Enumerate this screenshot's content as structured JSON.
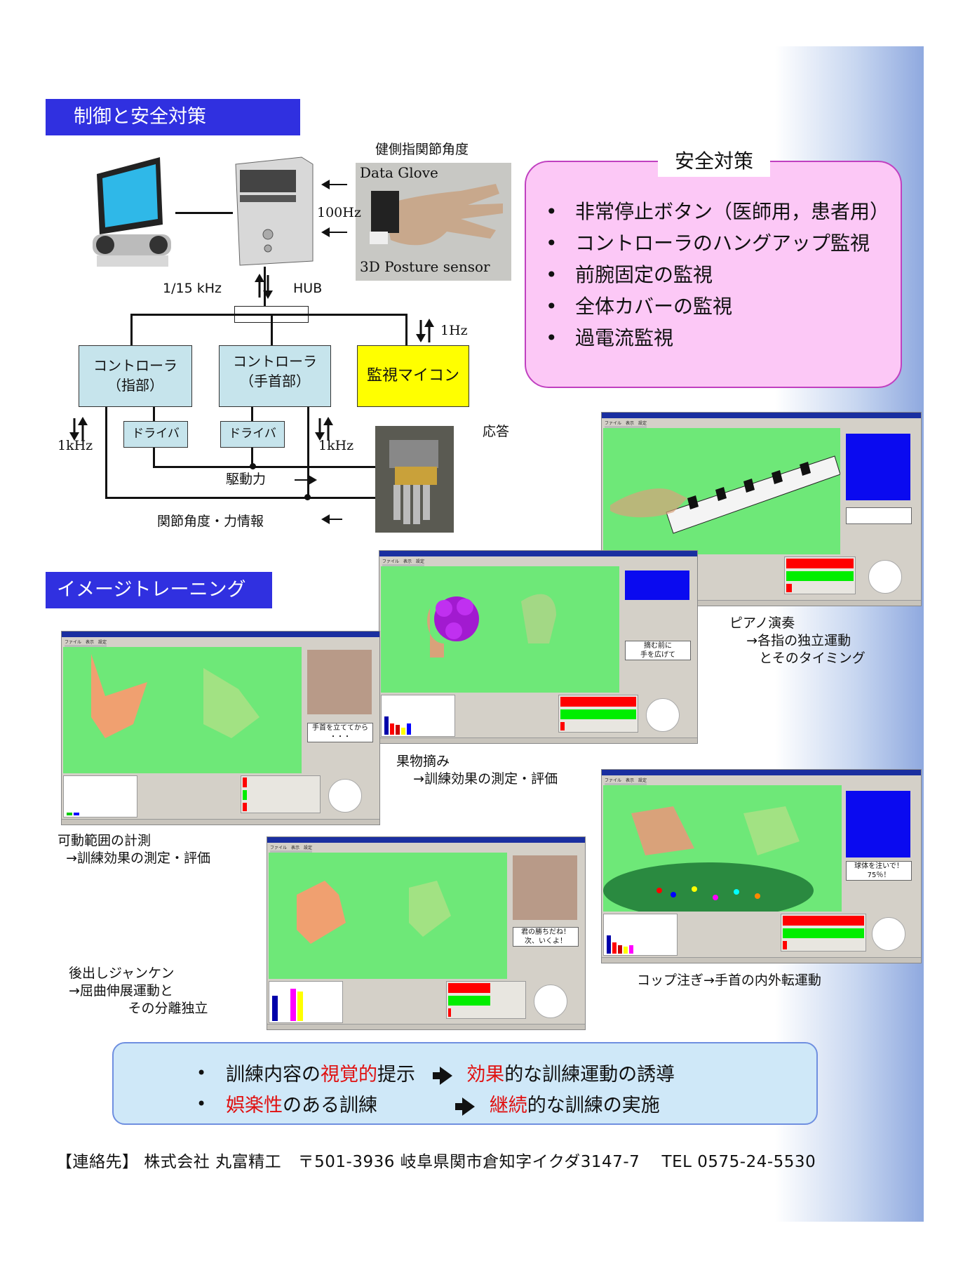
{
  "section1": {
    "title": "制御と安全対策",
    "glove_caption": "健側指関節角度",
    "glove_label": "Data Glove",
    "sensor_label": "3D Posture sensor",
    "hz100": "100Hz",
    "khz_1_15": "1/15 kHz",
    "hub": "HUB",
    "hz1": "1Hz",
    "ctl_finger": [
      "コントローラ",
      "（指部）"
    ],
    "ctl_wrist": [
      "コントローラ",
      "（手首部）"
    ],
    "monitor": "監視マイコン",
    "driver1": "ドライバ",
    "driver2": "ドライバ",
    "khz_left": "1kHz",
    "khz_right": "1kHz",
    "response": "応答",
    "drive_force": "駆動力",
    "joint_info": "関節角度・力情報"
  },
  "safety": {
    "title": "安全対策",
    "items": [
      "非常停止ボタン（医師用，患者用）",
      "コントローラのハングアップ監視",
      "前腕固定の監視",
      "全体カバーの監視",
      "過電流監視"
    ],
    "bullet": "•"
  },
  "section2": {
    "title": "イメージトレーニング",
    "windows": [
      {
        "msg": [
          "手首を立ててから",
          "・・・"
        ]
      },
      {
        "msg": [
          "摘む前に",
          "手を広げて"
        ]
      },
      {
        "msg": [
          "",
          ""
        ]
      },
      {
        "msg": [
          "球体を注いで！",
          "75％！"
        ]
      },
      {
        "msg": [
          "君の勝ちだね！",
          "次、いくよ！"
        ]
      }
    ],
    "captions": {
      "range": "可動範囲の計測\n  →訓練効果の測定・評価",
      "fruit": "果物摘み\n    →訓練効果の測定・評価",
      "piano": "ピアノ演奏\n    →各指の独立運動\n       とそのタイミング",
      "cup": "コップ注ぎ→手首の内外転運動",
      "janken": "後出しジャンケン\n→屈曲伸展運動と\n              その分離独立"
    }
  },
  "summary": {
    "row1": {
      "p1": "訓練内容の",
      "p2": "視覚的",
      "p3": "提示",
      "p4": "効果",
      "p5": "的な訓練運動の誘導"
    },
    "row2": {
      "p1": "娯楽性",
      "p2": "のある訓練",
      "p3": "継続",
      "p4": "的な訓練の実施"
    },
    "bullet": "•"
  },
  "footer": "【連絡先】 株式会社 丸富精工　〒501-3936  岐阜県関市倉知字イクダ3147-7　 TEL 0575-24-5530",
  "colors": {
    "title_bg": "#3030e0",
    "safety_bg": "#fcc8f6",
    "monitor": "#ffff00",
    "controller": "#c6e4ec",
    "sim_bg": "#6ee878",
    "accent_red": "#e01010"
  }
}
